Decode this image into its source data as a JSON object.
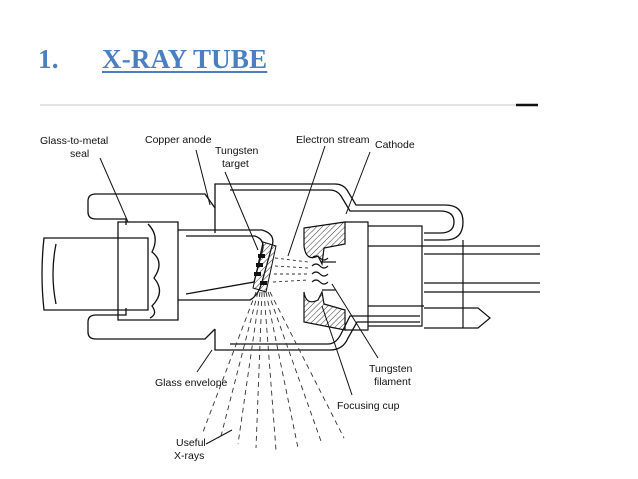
{
  "slide": {
    "number": "1.",
    "title": "X-RAY TUBE"
  },
  "diagram": {
    "labels": {
      "glass_to_metal_seal_1": "Glass-to-metal",
      "glass_to_metal_seal_2": "seal",
      "copper_anode": "Copper anode",
      "tungsten_target_1": "Tungsten",
      "tungsten_target_2": "target",
      "electron_stream": "Electron stream",
      "cathode": "Cathode",
      "glass_envelope": "Glass envelope",
      "tungsten_filament_1": "Tungsten",
      "tungsten_filament_2": "filament",
      "focusing_cup": "Focusing cup",
      "useful_xrays_1": "Useful",
      "useful_xrays_2": "X-rays"
    }
  }
}
